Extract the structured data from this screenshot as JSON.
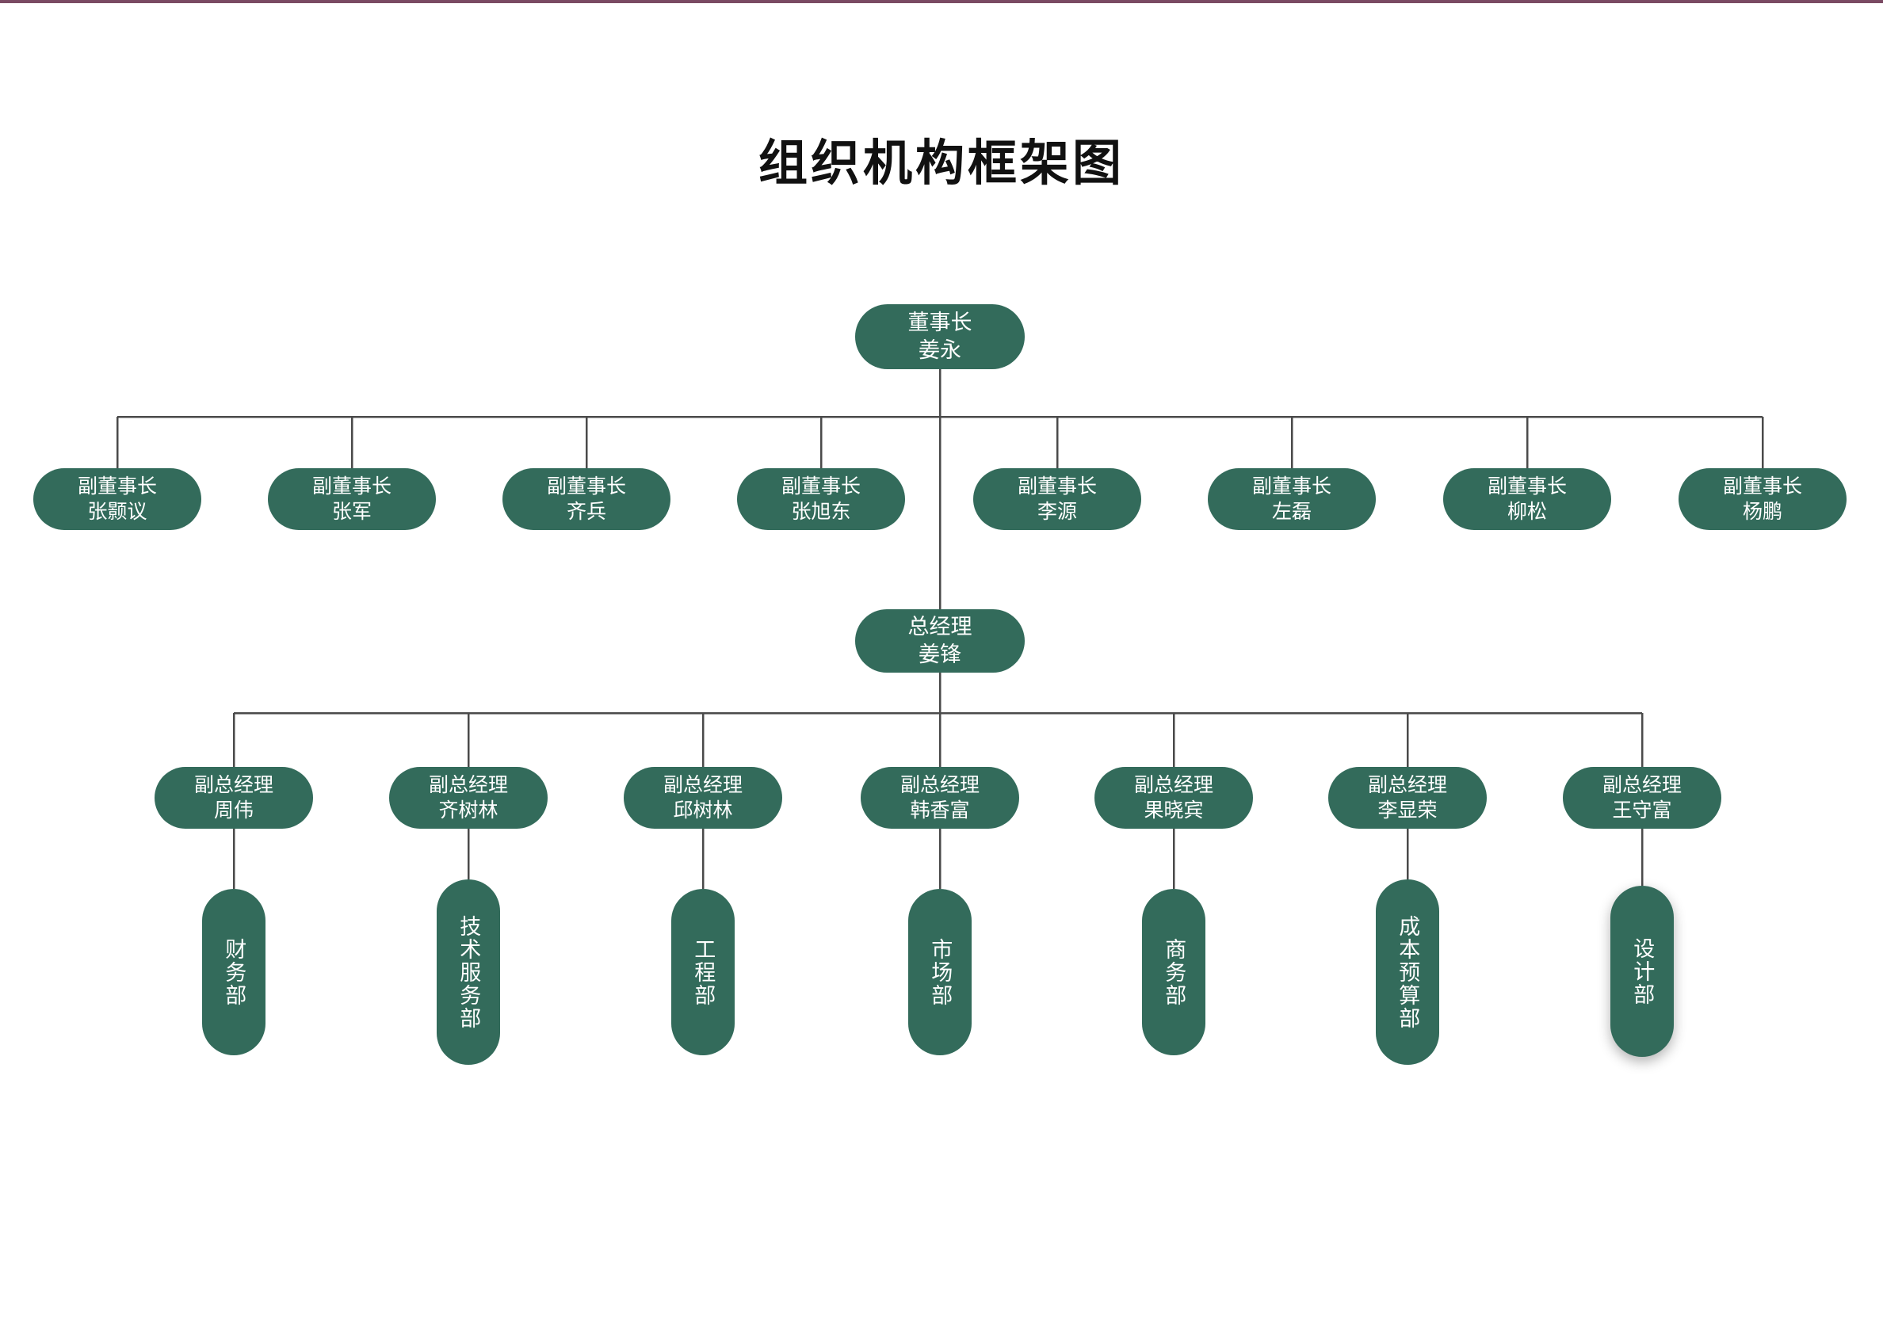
{
  "page": {
    "title": "组织机构框架图",
    "accent_rule_color": "#7a4a63",
    "node_color": "#336B5B",
    "node_text_color": "#ffffff",
    "link_color": "#4a4a4a",
    "background": "#ffffff"
  },
  "chart_data": {
    "type": "diagram",
    "diagram_kind": "organization-chart",
    "title": "组织机构框架图",
    "orientation": "top-down",
    "levels": [
      {
        "level": 1,
        "role": "董事长",
        "count": 1
      },
      {
        "level": 2,
        "role": "副董事长",
        "count": 8
      },
      {
        "level": 3,
        "role": "总经理",
        "count": 1
      },
      {
        "level": 4,
        "role": "副总经理",
        "count": 7
      },
      {
        "level": 5,
        "role": "部门",
        "count": 7
      }
    ]
  },
  "root": {
    "title": "董事长",
    "name": "姜永"
  },
  "vice_chairs": [
    {
      "title": "副董事长",
      "name": "张颢议"
    },
    {
      "title": "副董事长",
      "name": "张军"
    },
    {
      "title": "副董事长",
      "name": "齐兵"
    },
    {
      "title": "副董事长",
      "name": "张旭东"
    },
    {
      "title": "副董事长",
      "name": "李源"
    },
    {
      "title": "副董事长",
      "name": "左磊"
    },
    {
      "title": "副董事长",
      "name": "柳松"
    },
    {
      "title": "副董事长",
      "name": "杨鹏"
    }
  ],
  "general_manager": {
    "title": "总经理",
    "name": "姜锋"
  },
  "deputy_managers": [
    {
      "title": "副总经理",
      "name": "周伟"
    },
    {
      "title": "副总经理",
      "name": "齐树林"
    },
    {
      "title": "副总经理",
      "name": "邱树林"
    },
    {
      "title": "副总经理",
      "name": "韩香富"
    },
    {
      "title": "副总经理",
      "name": "果晓宾"
    },
    {
      "title": "副总经理",
      "name": "李显荣"
    },
    {
      "title": "副总经理",
      "name": "王守富"
    }
  ],
  "departments": [
    {
      "label": "财务部"
    },
    {
      "label": "技术服务部"
    },
    {
      "label": "工程部"
    },
    {
      "label": "市场部"
    },
    {
      "label": "商务部"
    },
    {
      "label": "成本预算部"
    },
    {
      "label": "设计部"
    }
  ]
}
